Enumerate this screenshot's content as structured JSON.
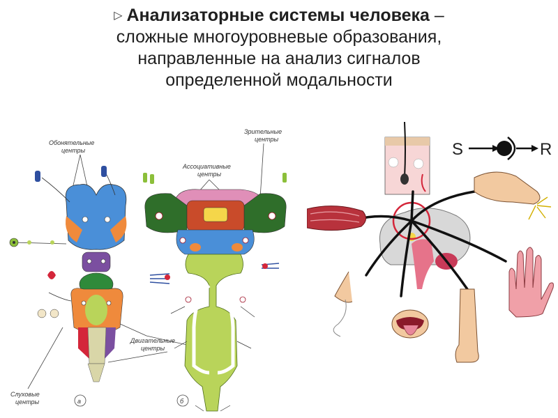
{
  "title": {
    "bullet_icon": "hollow-triangle-bullet",
    "bold_part": "Анализаторные системы человека",
    "dash": " –",
    "line2": "сложные многоуровневые образования,",
    "line3": "направленные на анализ сигналов",
    "line4": "определенной модальности"
  },
  "left_diagram": {
    "labels": {
      "olfactory_1": "Обонятельные",
      "olfactory_2": "центры",
      "visual_1": "Зрительные",
      "visual_2": "центры",
      "associative_1": "Ассоциативные",
      "associative_2": "центры",
      "motor_1": "Двигательные",
      "motor_2": "центры",
      "auditory_1": "Слуховые",
      "auditory_2": "центры",
      "panel_a": "а",
      "panel_b": "б"
    }
  },
  "right_diagram": {
    "labels": {
      "stimulus": "S",
      "response": "R"
    }
  },
  "colors": {
    "blue": "#4a8fd8",
    "orange": "#ef8a3c",
    "green": "#2f6e2a",
    "lime": "#b9d45a",
    "purple": "#7b4fa0",
    "red": "#d4263a",
    "pink": "#e08fb8",
    "skin": "#f2c9a0"
  }
}
